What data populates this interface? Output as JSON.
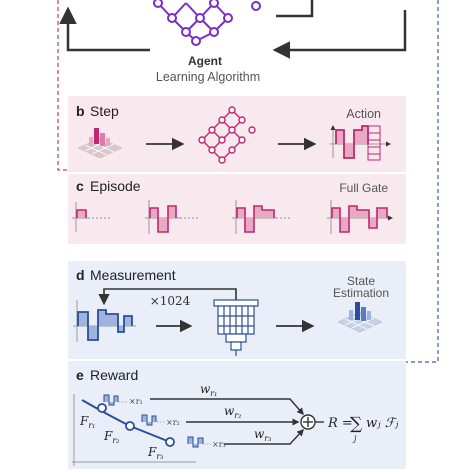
{
  "agent": {
    "title": "Agent",
    "subtitle": "Learning Algorithm"
  },
  "panels": {
    "b": {
      "letter": "b",
      "title": "Step",
      "right_label": "Action"
    },
    "c": {
      "letter": "c",
      "title": "Episode",
      "right_label": "Full Gate"
    },
    "d": {
      "letter": "d",
      "title": "Measurement",
      "repeat_label": "×1024",
      "right_label_line1": "State",
      "right_label_line2": "Estimation"
    },
    "e": {
      "letter": "e",
      "title": "Reward",
      "weights": [
        "w_{r_1}",
        "w_{r_2}",
        "w_{r_3}"
      ],
      "weight_main": "w",
      "weight_subs": [
        "r₁",
        "r₂",
        "r₃"
      ],
      "fidelity_main": "F",
      "fidelity_subs": [
        "r₁",
        "r₂",
        "r₃"
      ],
      "times_labels": [
        "×r₁",
        "×r₂",
        "×r₃"
      ],
      "formula": "R = ∑ wⱼ ℱⱼ",
      "formula_lhs": "R =",
      "formula_sum": "∑",
      "formula_index": "j",
      "formula_term": "wⱼ ℱⱼ"
    }
  },
  "colors": {
    "magenta": "#c0276e",
    "pink_fill": "#e9a9c4",
    "pink_panel": "#f8e9ef",
    "blue": "#2a4f9a",
    "blue_fill": "#9fb3df",
    "blue_panel": "#e9eef8",
    "purple": "#7a2cc8",
    "dash_red": "#c23b63",
    "dash_blue": "#3b5fb8",
    "arrow": "#333333"
  }
}
